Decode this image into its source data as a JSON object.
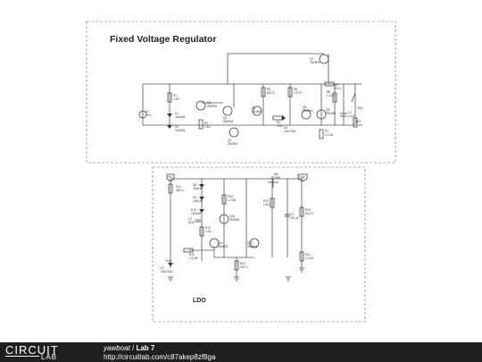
{
  "top_circuit": {
    "title": "Fixed Voltage Regulator",
    "labels": {
      "V1": "V1",
      "V1v": "18 V",
      "R1": "R1",
      "R1v": "1 kΩ",
      "D1": "D1",
      "D1m": "1N4148",
      "D2": "D2",
      "D2m": "1N4148",
      "Q1": "Q1",
      "Q1m": "2N3904",
      "R3": "R3",
      "R3v": "1 kΩ",
      "Q2": "Q2",
      "Q2m": "2N3904",
      "Q3": "Q3",
      "Q3m": "2N3904",
      "Q4": "Q4",
      "Q4m": "2N3904",
      "R5": "R5",
      "R5v": "815 Ω",
      "R6": "R6",
      "R6v": "175 Ω",
      "R4": "R4",
      "R4v": "1 kΩ",
      "D3": "D3",
      "D3m": "1N4733A",
      "Q5": "Q5",
      "Q5m": "2N3904",
      "Q6": "Q6",
      "Q6m": "2N3904",
      "Q7": "Q7",
      "Q7m": "2N3904",
      "R7": "R7",
      "R7v": "4.3 kΩ",
      "R8": "R8",
      "R8v": "1.3 kΩ",
      "R9": "R9",
      "R9v": "50 Ω",
      "C1": "C1",
      "C1v": "10 µF",
      "SW1": "SW1",
      "R11": "R11",
      "R11v": "1 kΩ"
    }
  },
  "bottom_circuit": {
    "title": "LDO",
    "labels": {
      "Vin": "Vin",
      "Vout": "Vout",
      "R11": "R11",
      "R11v": "390 Ω",
      "D8": "D8",
      "D8m": "1N4148",
      "D9": "D9",
      "D9m": "1N4148",
      "D10": "D10",
      "D10m": "1N4148",
      "C1": "C1",
      "C1v": "51 pF",
      "R13": "R13",
      "R13v": "1 kΩ",
      "R12": "R12",
      "R12v": "2.2 kΩ",
      "R16": "R16",
      "R16v": "1.2 kΩ",
      "Q10": "Q10",
      "Q10m": "2N3904",
      "Q11": "Q11",
      "Q11m": "2N3904",
      "Q12": "Q12",
      "Q12m": "2N3904",
      "M8": "M8",
      "M8m": "2N7000",
      "R15": "R15",
      "R15v": "1 kΩ",
      "C3": "C3",
      "C3v": "220 µF",
      "R20": "R20",
      "R20v": "813 Ω",
      "R21": "R21",
      "R21v": "1.6 kΩ",
      "R22": "R22",
      "R22v": "240 Ω",
      "D7": "D7",
      "D7m": "1N4733A",
      "Vz": "5.6V"
    }
  },
  "footer": {
    "logo_word1": "CIRCUIT",
    "logo_word2": "LAB",
    "user": "yawboat",
    "separator": " / ",
    "project": "Lab 7",
    "url": "http://circuitlab.com/c87akep8zf8ga"
  }
}
